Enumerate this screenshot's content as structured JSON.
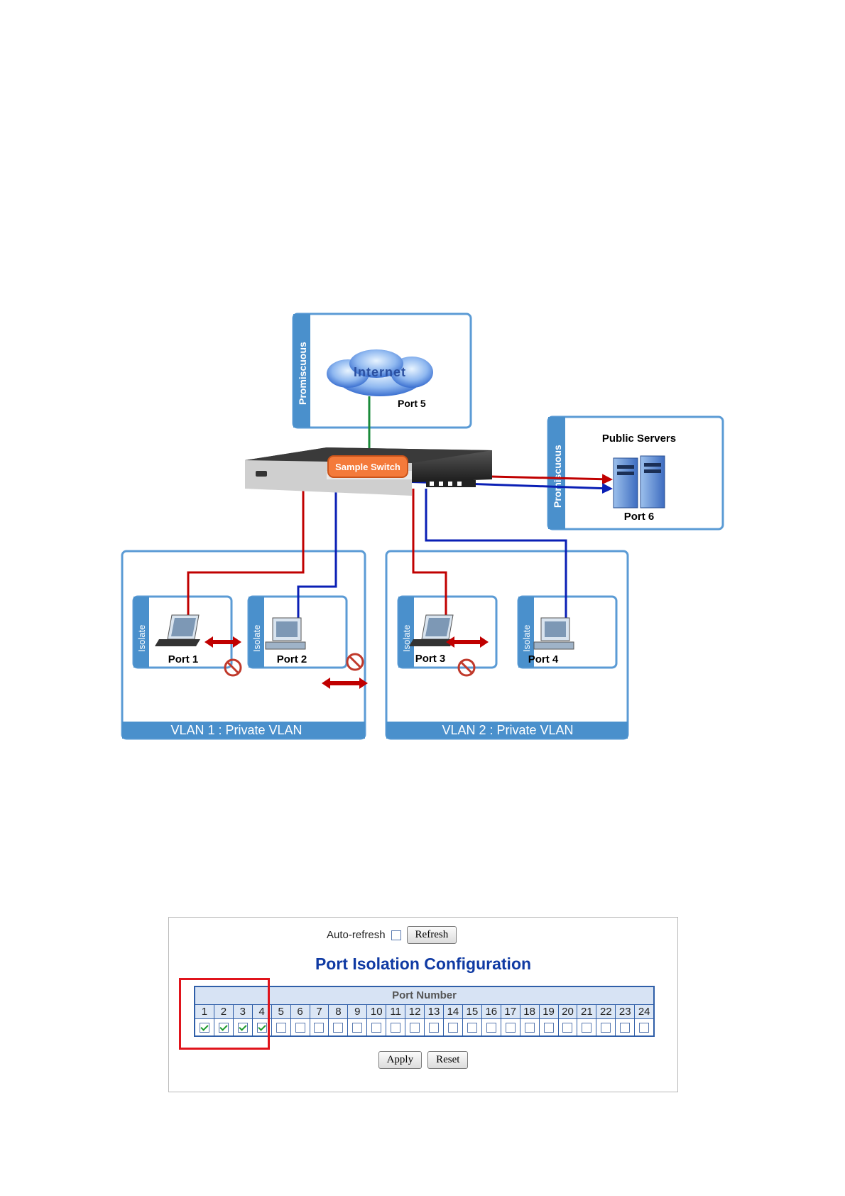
{
  "diagram": {
    "promiscuous_label": "Promiscuous",
    "isolate_label": "Isolate",
    "internet_label": "Internet",
    "switch_label": "Sample Switch",
    "public_servers_label": "Public Servers",
    "ports": {
      "p1": "Port 1",
      "p2": "Port 2",
      "p3": "Port 3",
      "p4": "Port 4",
      "p5": "Port 5",
      "p6": "Port 6"
    },
    "vlan1_label": "VLAN 1 : Private VLAN",
    "vlan2_label": "VLAN 2 : Private VLAN",
    "colors": {
      "frame": "#5b9bd5",
      "frame_bar": "#4a90cc",
      "vlan1_line": "#c00000",
      "vlan2_line": "#0a1fb5",
      "uplink": "#1a8a3a",
      "switch_badge": "#f47a3a",
      "block": "#c0392b"
    }
  },
  "panel": {
    "auto_refresh_label": "Auto-refresh",
    "auto_refresh_checked": false,
    "refresh_button": "Refresh",
    "title": "Port Isolation Configuration",
    "port_header": "Port Number",
    "ports": [
      "1",
      "2",
      "3",
      "4",
      "5",
      "6",
      "7",
      "8",
      "9",
      "10",
      "11",
      "12",
      "13",
      "14",
      "15",
      "16",
      "17",
      "18",
      "19",
      "20",
      "21",
      "22",
      "23",
      "24"
    ],
    "checked": [
      true,
      true,
      true,
      true,
      false,
      false,
      false,
      false,
      false,
      false,
      false,
      false,
      false,
      false,
      false,
      false,
      false,
      false,
      false,
      false,
      false,
      false,
      false,
      false
    ],
    "apply_button": "Apply",
    "reset_button": "Reset",
    "colors": {
      "title": "#0f3aa3",
      "table_border": "#2f5ea8",
      "highlight": "#e0141c"
    }
  }
}
